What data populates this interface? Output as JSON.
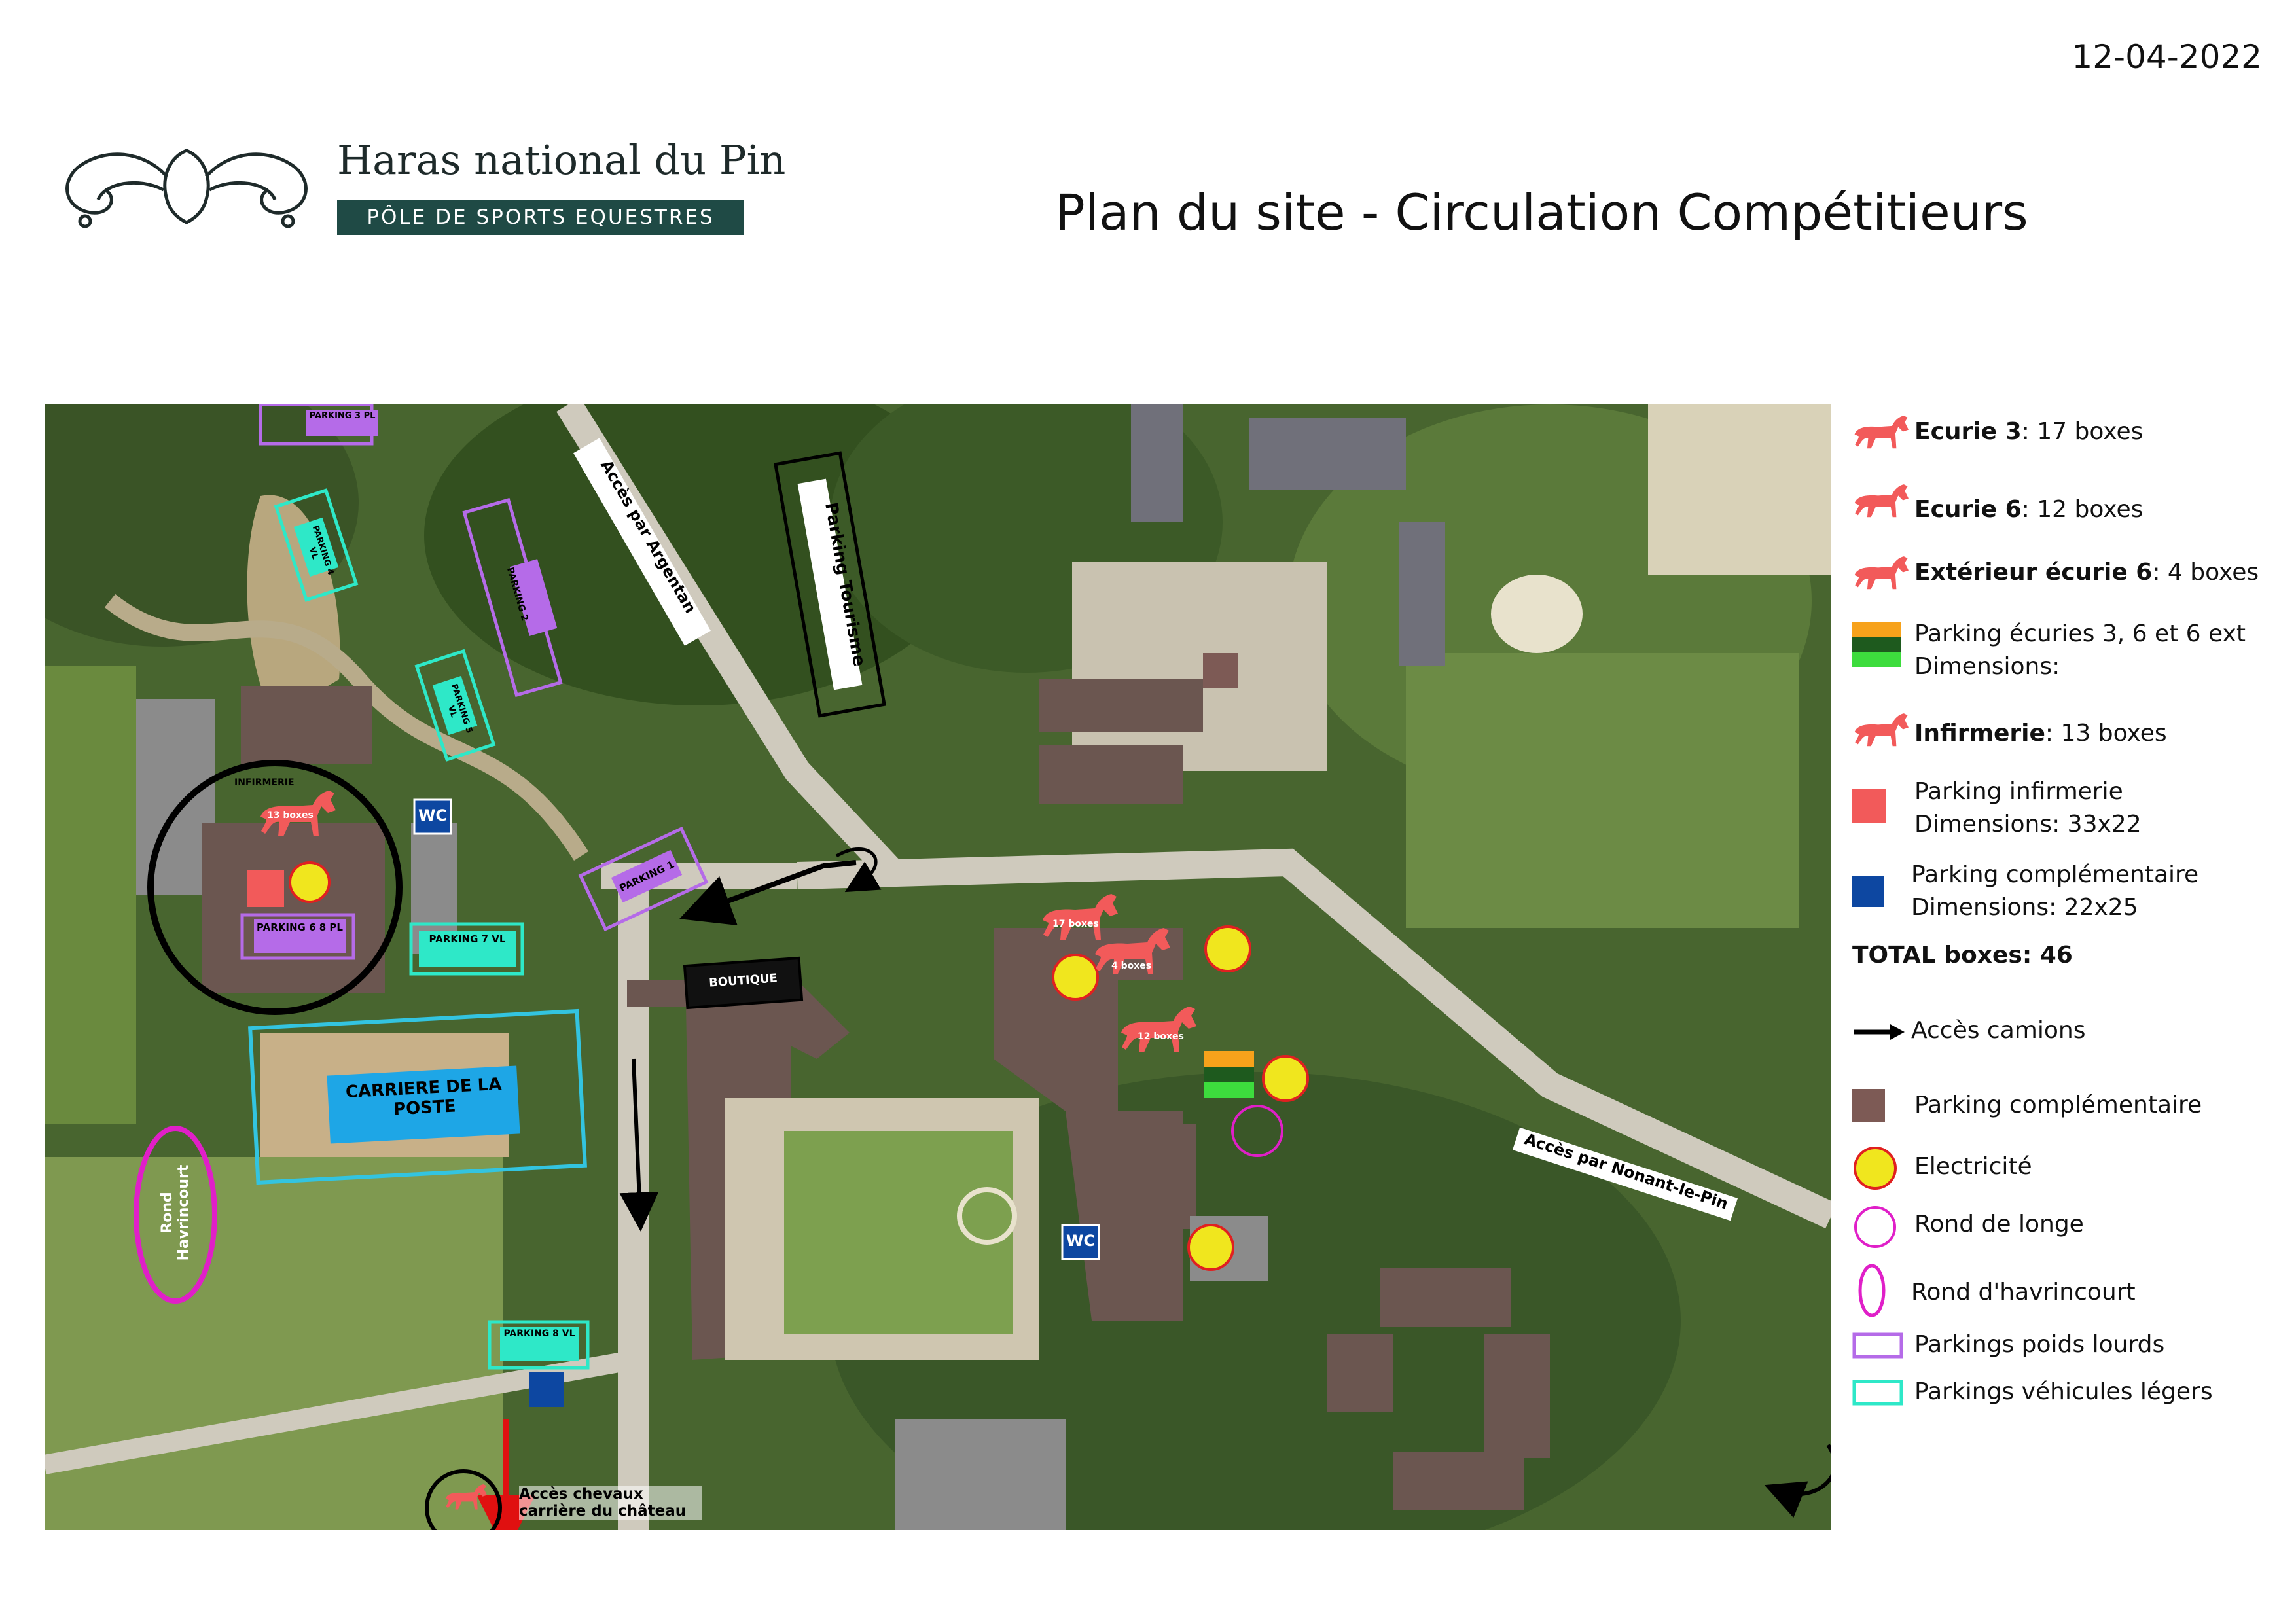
{
  "date": "12-04-2022",
  "brand": {
    "name": "Haras national du Pin",
    "subtitle": "PÔLE DE SPORTS EQUESTRES"
  },
  "title": "Plan du site - Circulation Compétitieurs",
  "map": {
    "roads": {
      "argentan": "Accès par Argentan",
      "nonant": "Accès par Nonant-le-Pin",
      "horse_access": "Accès chevaux carrière du château"
    },
    "parkings": {
      "p1": "PARKING 1",
      "p2": "PARKING 2",
      "p3": "PARKING 3 PL",
      "p4": "PARKING 4 VL",
      "p5": "PARKING 5 VL",
      "p6": "PARKING 6 8 PL",
      "p7": "PARKING 7 VL",
      "p8": "PARKING 8 VL",
      "tourisme": "Parking Tourisme"
    },
    "places": {
      "infirmerie": "INFIRMERIE",
      "infirmerie_boxes": "13 boxes",
      "carriere": "CARRIERE DE LA POSTE",
      "boutique": "BOUTIQUE",
      "rond": "Rond Havrincourt",
      "wc": "WC",
      "e3_boxes": "17 boxes",
      "ext_boxes": "4 boxes",
      "e6_boxes": "12 boxes"
    }
  },
  "legend": {
    "ecurie3": {
      "name": "Ecurie 3",
      "value": ": 17 boxes",
      "color": "#f7a21b"
    },
    "ecurie6": {
      "name": "Ecurie 6",
      "value": ": 12 boxes",
      "color": "#3ddc3d"
    },
    "ext6": {
      "name": "Extérieur écurie 6",
      "value": ": 4 boxes",
      "color": "#1e5a1e"
    },
    "parking_ecuries": {
      "line1": "Parking écuries 3, 6 et 6 ext",
      "line2": "Dimensions:"
    },
    "infirmerie": {
      "name": "Infirmerie",
      "value": ": 13 boxes",
      "color": "#f25a5a"
    },
    "parking_infirmerie": {
      "line1": "Parking infirmerie",
      "line2": "Dimensions: 33x22",
      "color": "#f25a5a"
    },
    "parking_comp_blue": {
      "line1": "Parking complémentaire",
      "line2": "Dimensions: 22x25",
      "color": "#0d47a1"
    },
    "total": "TOTAL boxes: 46",
    "camions": "Accès camions",
    "parking_comp_brown": {
      "label": "Parking complémentaire",
      "color": "#7d5a55"
    },
    "electricite": "Electricité",
    "rond_longe": "Rond de longe",
    "rond_havrincourt": "Rond d'havrincourt",
    "pl": "Parkings poids lourds",
    "vl": "Parkings véhicules légers"
  },
  "colors": {
    "pl": "#b56be8",
    "vl": "#2ee8c8",
    "electricity": "#f0e61e",
    "electricity_border": "#e02020",
    "rond": "#e01fc8"
  }
}
